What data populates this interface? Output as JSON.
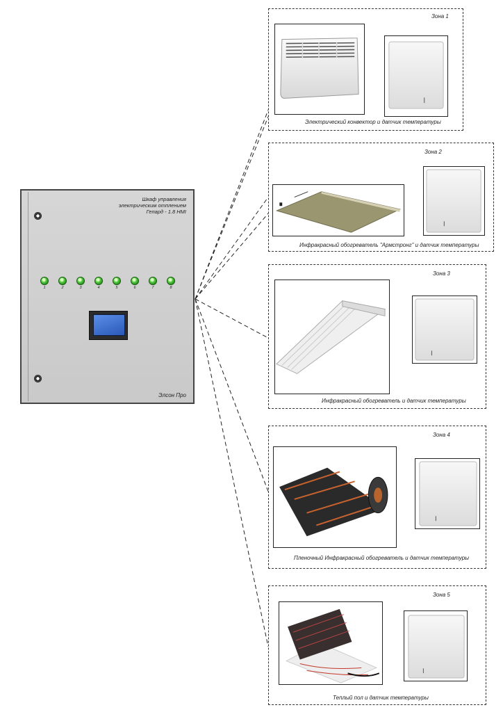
{
  "cabinet": {
    "title_line1": "Шкаф управления",
    "title_line2": "электрическим отплением",
    "title_line3": "Гепард - 1.8 HMI",
    "brand": "Элсон Про",
    "lamps": [
      "1",
      "2",
      "3",
      "4",
      "5",
      "6",
      "7",
      "8"
    ]
  },
  "zones": [
    {
      "title": "Зона 1",
      "caption": "Электрический конвектор и датчик температуры",
      "heater_icon": "convector-icon"
    },
    {
      "title": "Зона 2",
      "caption": "Инфракрасный обогреватель \"Армстронг\" и датчик температуры",
      "heater_icon": "ceiling-panel-icon"
    },
    {
      "title": "Зона 3",
      "caption": "Инфракрасный обогреватель и датчик температуры",
      "heater_icon": "infrared-heater-icon"
    },
    {
      "title": "Зона 4",
      "caption": "Пленочный Инфракрасный обогреватель и датчик температуры",
      "heater_icon": "film-heater-roll-icon"
    },
    {
      "title": "Зона 5",
      "caption": "Теплый пол и датчик температуры",
      "heater_icon": "heating-mat-icon"
    }
  ],
  "colors": {
    "cabinet_body": "#cfcfcf",
    "lamp_green": "#4cc23a",
    "hmi_screen": "#3f73d4"
  }
}
